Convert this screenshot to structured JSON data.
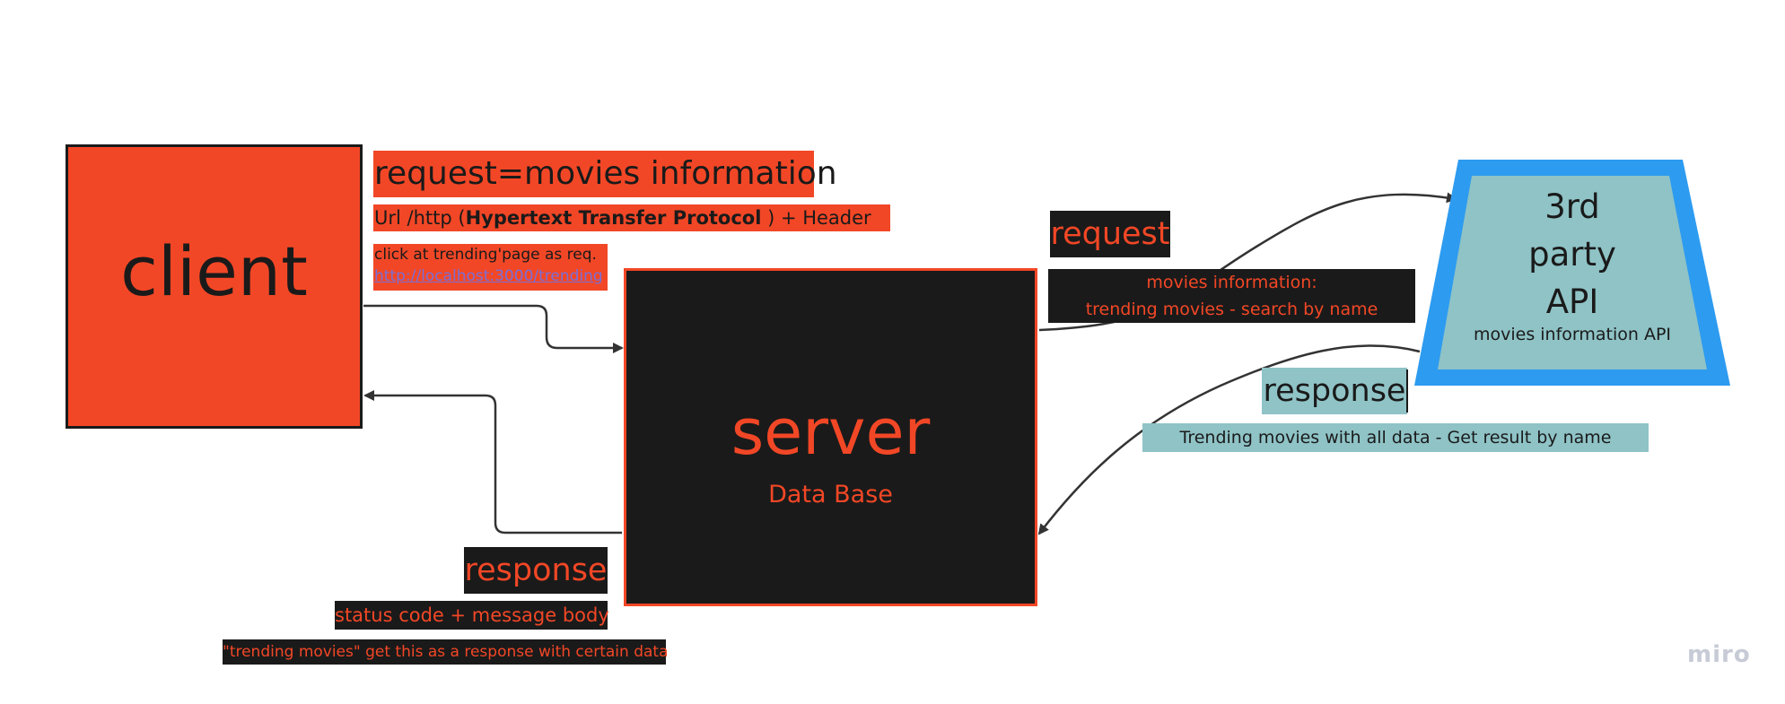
{
  "client": {
    "label": "client"
  },
  "server": {
    "label": "server",
    "sublabel": "Data Base"
  },
  "third_party": {
    "title_line1": "3rd",
    "title_line2": "party",
    "title_line3": "API",
    "subtitle": "movies information API"
  },
  "client_request": {
    "title": "request=movies information",
    "url_prefix": "Url /http (",
    "url_bold": "Hypertext Transfer Protocol",
    "url_suffix": " ) + Header",
    "click_note": "click at trending'page as req.",
    "link": "http://localhost:3000/trending"
  },
  "server_request": {
    "label": "request",
    "detail_line1": "movies information:",
    "detail_line2": "trending movies - search by name"
  },
  "api_response": {
    "label": "response",
    "detail": "Trending movies with all data - Get result by name"
  },
  "server_response": {
    "label": "response",
    "status": "status code + message body",
    "trending_note": "\"trending movies\" get this as a response with certain data"
  },
  "watermark": "miro",
  "colors": {
    "client_fill": "#f24726",
    "server_fill": "#1a1a1a",
    "accent_red": "#f24726",
    "api_fill": "#8fc3c6",
    "api_border": "#2d9bf0",
    "connector": "#333333"
  }
}
